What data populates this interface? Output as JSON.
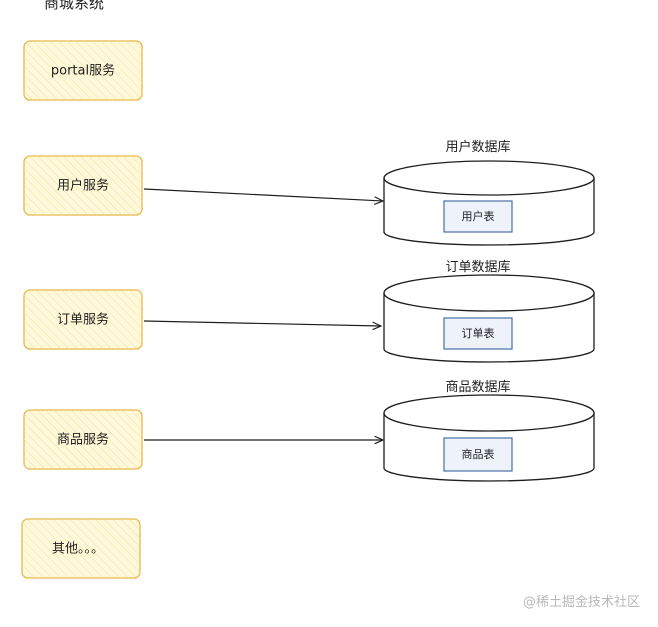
{
  "title": "商城系统",
  "services": [
    {
      "label": "portal服务"
    },
    {
      "label": "用户服务"
    },
    {
      "label": "订单服务"
    },
    {
      "label": "商品服务"
    },
    {
      "label": "其他。。。"
    }
  ],
  "databases": [
    {
      "label": "用户数据库",
      "table": "用户表"
    },
    {
      "label": "订单数据库",
      "table": "订单表"
    },
    {
      "label": "商品数据库",
      "table": "商品表"
    }
  ],
  "connections": [
    {
      "from": "用户服务",
      "to": "用户数据库"
    },
    {
      "from": "订单服务",
      "to": "订单数据库"
    },
    {
      "from": "商品服务",
      "to": "商品数据库"
    }
  ],
  "watermark": "@稀土掘金技术社区",
  "colors": {
    "service_fill": "#fff9db",
    "service_stroke": "#e6b84a",
    "table_fill": "#eef3fb",
    "table_stroke": "#4a6fa5",
    "line": "#1e1e1e"
  }
}
